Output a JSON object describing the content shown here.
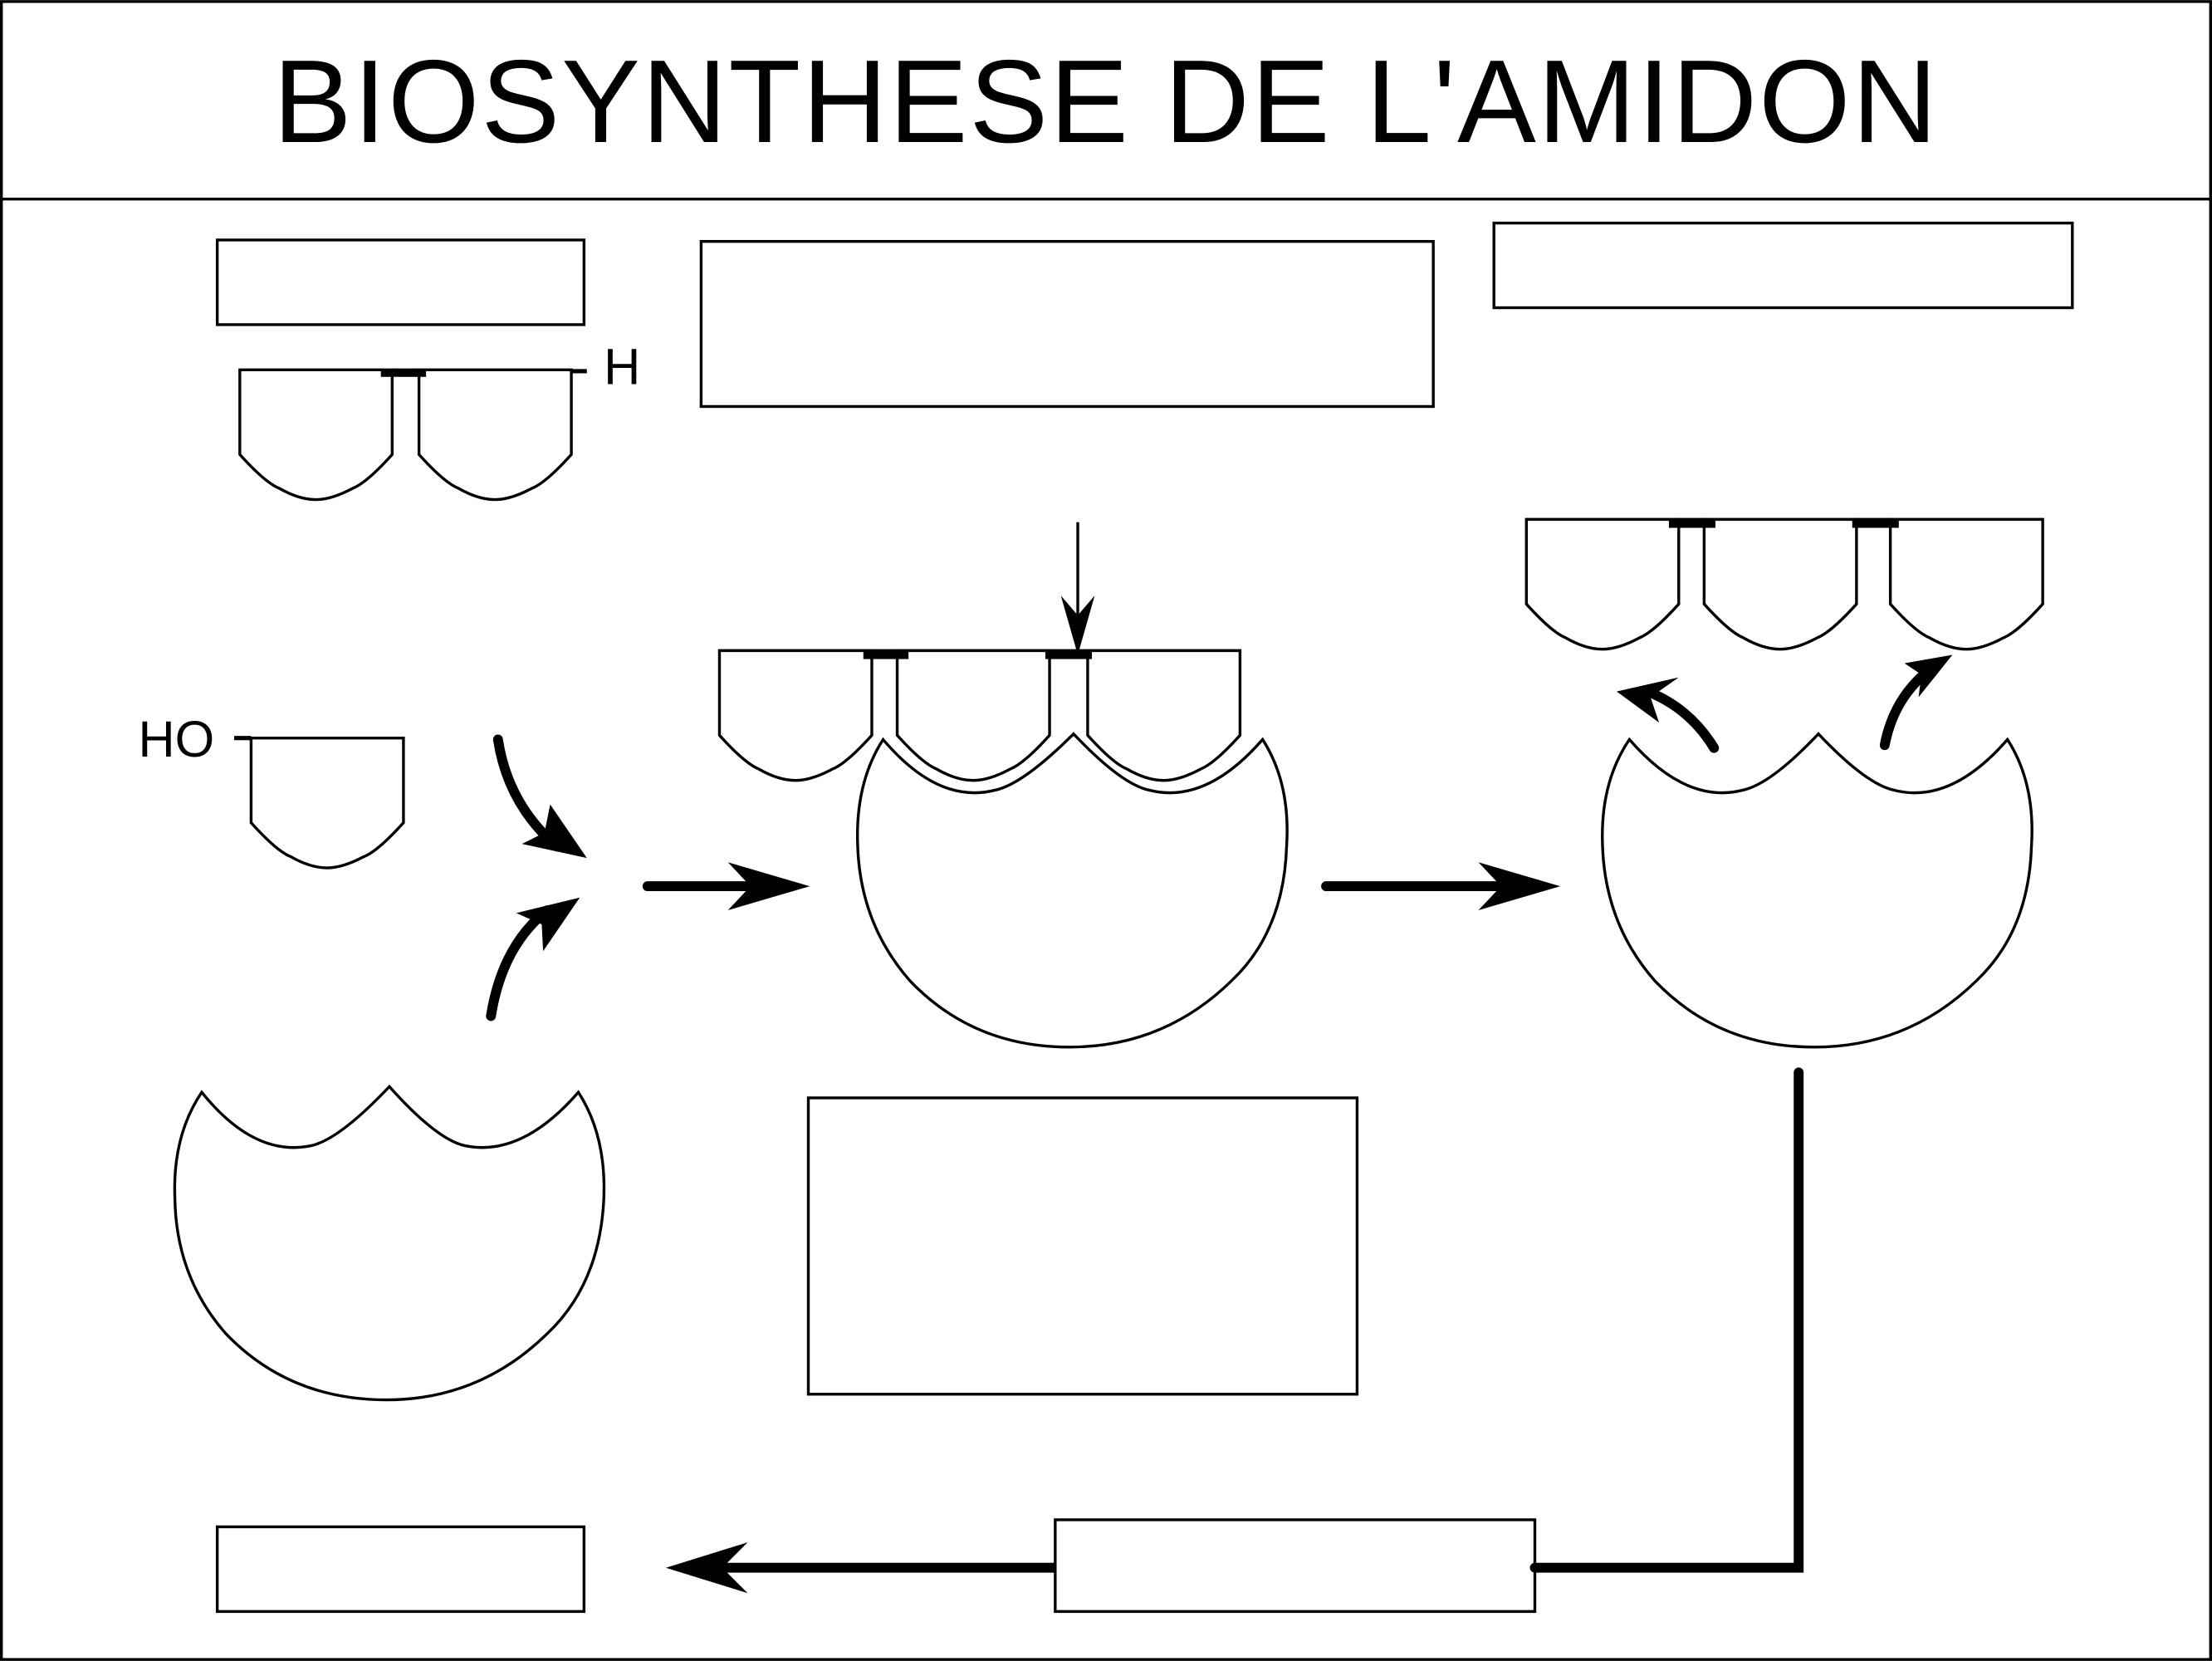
{
  "title": "BIOSYNTHESE DE L'AMIDON",
  "labels": {
    "hydrogen": "H",
    "hydroxyl": "HO"
  },
  "colors": {
    "stroke": "#000000",
    "background": "#ffffff"
  }
}
